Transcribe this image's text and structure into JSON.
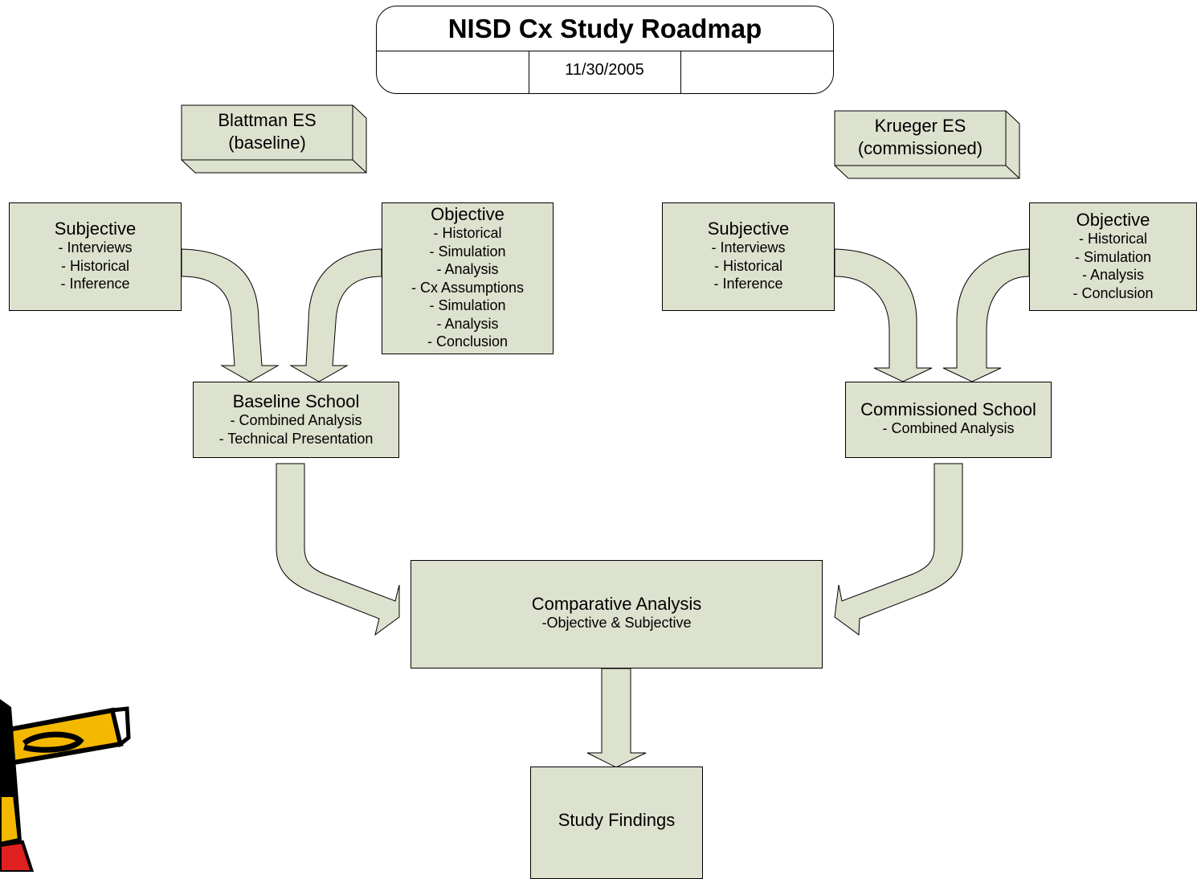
{
  "header": {
    "title": "NISD Cx Study Roadmap",
    "date": "11/30/2005"
  },
  "sites": {
    "left": {
      "line1": "Blattman ES",
      "line2": "(baseline)"
    },
    "right": {
      "line1": "Krueger ES",
      "line2": "(commissioned)"
    }
  },
  "left_subjective": {
    "title": "Subjective",
    "items": [
      "- Interviews",
      "- Historical",
      "- Inference"
    ]
  },
  "left_objective": {
    "title": "Objective",
    "items": [
      "- Historical",
      "- Simulation",
      "- Analysis",
      "- Cx Assumptions",
      "- Simulation",
      "- Analysis",
      "- Conclusion"
    ]
  },
  "baseline_school": {
    "title": "Baseline School",
    "items": [
      "- Combined Analysis",
      "- Technical Presentation"
    ]
  },
  "right_subjective": {
    "title": "Subjective",
    "items": [
      "- Interviews",
      "- Historical",
      "- Inference"
    ]
  },
  "right_objective": {
    "title": "Objective",
    "items": [
      "- Historical",
      "- Simulation",
      "- Analysis",
      "- Conclusion"
    ]
  },
  "commissioned_school": {
    "title": "Commissioned School",
    "items": [
      "- Combined Analysis"
    ]
  },
  "comparative": {
    "title": "Comparative Analysis",
    "subtitle": "-Objective & Subjective"
  },
  "findings": {
    "title": "Study Findings"
  },
  "colors": {
    "box_fill": "#dde2cf",
    "stroke": "#000000",
    "pencil_yellow": "#f5b800",
    "pencil_red": "#e02020"
  }
}
